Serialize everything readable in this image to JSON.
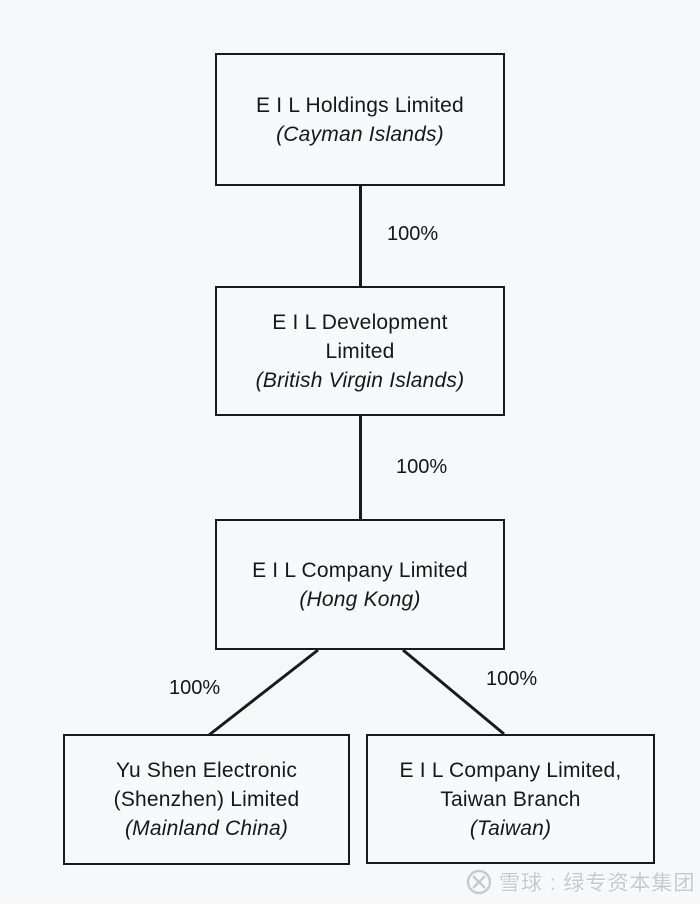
{
  "diagram": {
    "type": "org-chart",
    "nodes": [
      {
        "id": "eil-holdings",
        "lines": [
          "E I L Holdings Limited",
          "(Cayman Islands)"
        ]
      },
      {
        "id": "eil-development",
        "lines": [
          "E I L Development",
          "Limited",
          "(British Virgin Islands)"
        ]
      },
      {
        "id": "eil-company-hk",
        "lines": [
          "E I L Company Limited",
          "(Hong Kong)"
        ]
      },
      {
        "id": "yu-shen",
        "lines": [
          "Yu Shen Electronic",
          "(Shenzhen) Limited",
          "(Mainland China)"
        ]
      },
      {
        "id": "eil-taiwan",
        "lines": [
          "E I L Company Limited,",
          "Taiwan Branch",
          "(Taiwan)"
        ]
      }
    ],
    "edges": [
      {
        "from": "eil-holdings",
        "to": "eil-development",
        "label": "100%"
      },
      {
        "from": "eil-development",
        "to": "eil-company-hk",
        "label": "100%"
      },
      {
        "from": "eil-company-hk",
        "to": "yu-shen",
        "label": "100%"
      },
      {
        "from": "eil-company-hk",
        "to": "eil-taiwan",
        "label": "100%"
      }
    ]
  },
  "watermark": {
    "icon": "xueqiu-snowball-logo",
    "text": "雪球 : 绿专资本集团"
  },
  "colors": {
    "background": "#f7f8fa",
    "line": "#1a1a1a",
    "text": "#171717",
    "watermark": "#c7cacd"
  }
}
